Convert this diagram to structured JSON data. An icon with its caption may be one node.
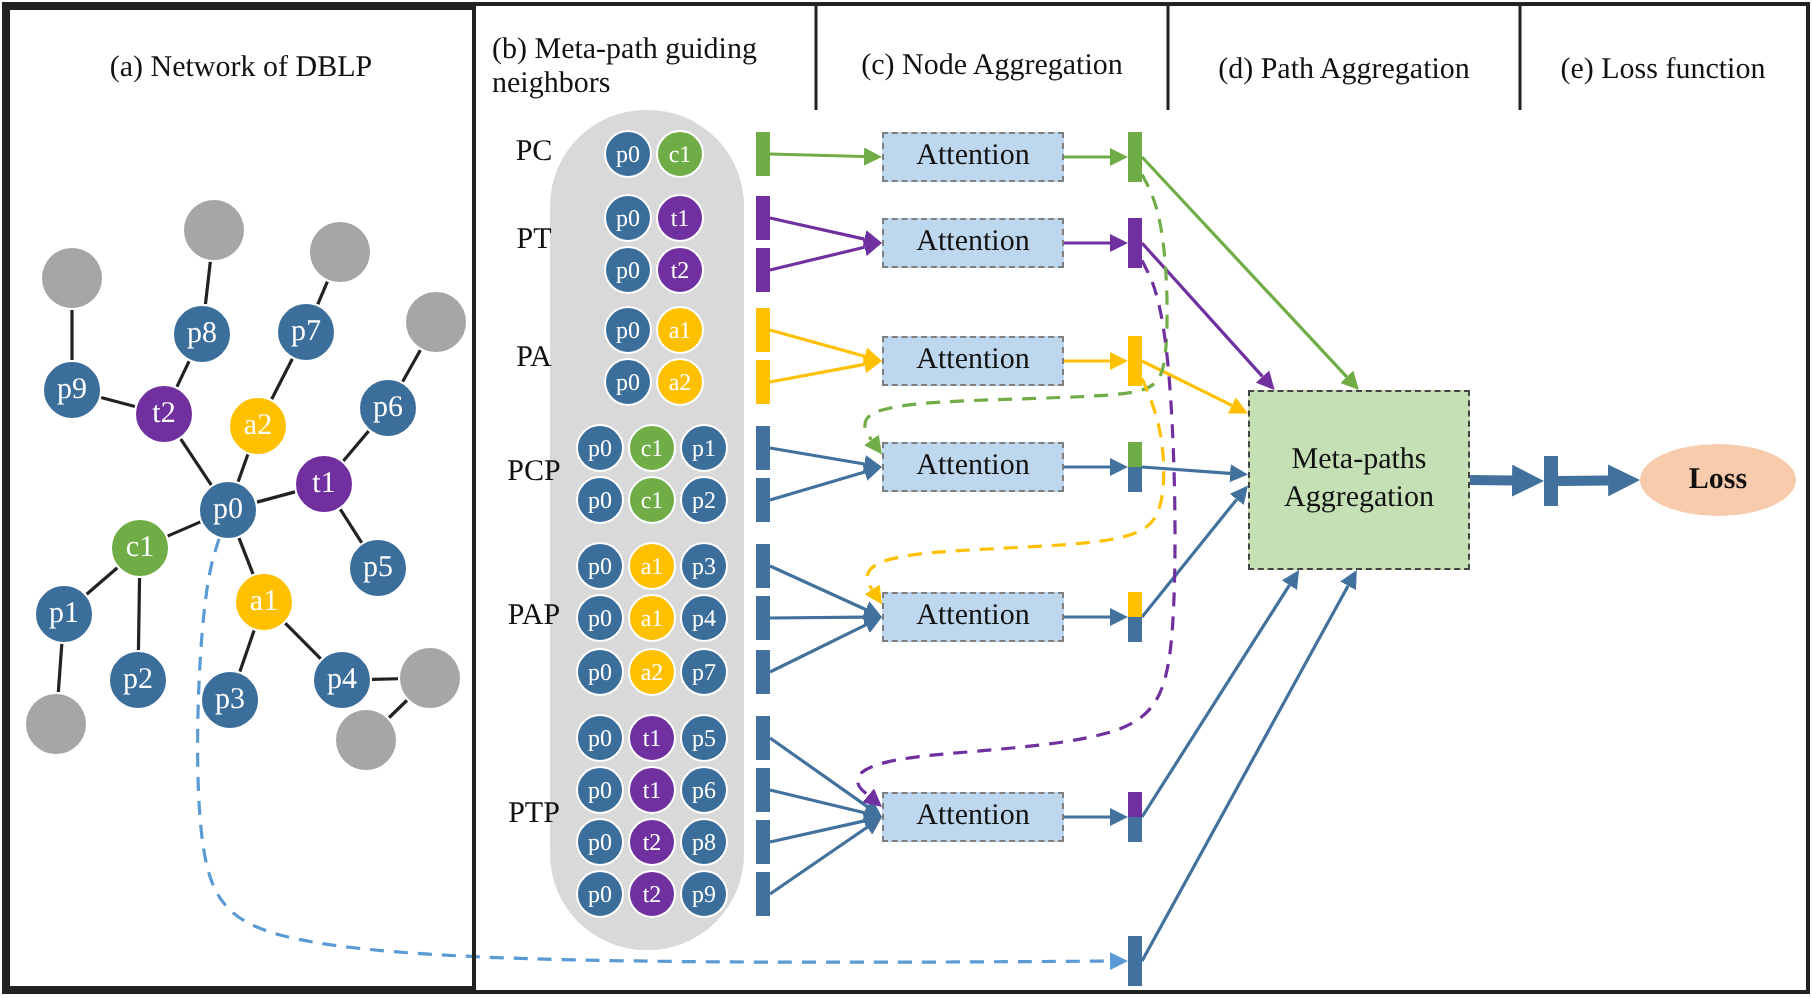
{
  "diagram": {
    "nodes": [
      {
        "text": [
          "(a) Network of DBLP"
        ]
      },
      {
        "text": [],
        "shape": "circle",
        "in": 0
      },
      {
        "text": [],
        "shape": "circle",
        "in": 0
      },
      {
        "text": [],
        "shape": "circle",
        "in": 0
      },
      {
        "text": [],
        "shape": "circle",
        "in": 0
      },
      {
        "text": [
          "p7"
        ],
        "in": 0
      },
      {
        "text": [
          "p8"
        ],
        "in": 0
      },
      {
        "text": [
          "p9"
        ],
        "in": 0
      },
      {
        "text": [
          "p6"
        ],
        "in": 0
      },
      {
        "text": [
          "t2"
        ],
        "in": 0
      },
      {
        "text": [
          "a2"
        ],
        "in": 0
      },
      {
        "text": [
          "t1"
        ],
        "in": 0
      },
      {
        "text": [
          "p0"
        ],
        "in": 0
      },
      {
        "text": [
          "c1"
        ],
        "in": 0
      },
      {
        "text": [
          "p5"
        ],
        "in": 0
      },
      {
        "text": [
          "a1"
        ],
        "in": 0
      },
      {
        "text": [
          "p1"
        ],
        "in": 0
      },
      {
        "text": [
          "p2"
        ],
        "in": 0
      },
      {
        "text": [
          "p4"
        ],
        "in": 0
      },
      {
        "text": [],
        "shape": "circle",
        "in": 0
      },
      {
        "text": [
          "p3"
        ],
        "in": 0
      },
      {
        "text": [],
        "shape": "circle",
        "in": 0
      },
      {
        "text": [],
        "shape": "circle",
        "in": 0
      },
      {
        "text": [],
        "shape": "box"
      },
      {
        "text": [
          "p0"
        ],
        "in": 23
      },
      {
        "text": [
          "c1"
        ],
        "in": 23
      },
      {
        "text": [
          "p0"
        ],
        "in": 23
      },
      {
        "text": [
          "t1"
        ],
        "in": 23
      },
      {
        "text": [
          "p0"
        ],
        "in": 23
      },
      {
        "text": [
          "t2"
        ],
        "in": 23
      },
      {
        "text": [
          "p0"
        ],
        "in": 23
      },
      {
        "text": [
          "a1"
        ],
        "in": 23
      },
      {
        "text": [
          "p0"
        ],
        "in": 23
      },
      {
        "text": [
          "a2"
        ],
        "in": 23
      },
      {
        "text": [
          "p0"
        ],
        "in": 23
      },
      {
        "text": [
          "c1"
        ],
        "in": 23
      },
      {
        "text": [
          "p1"
        ],
        "in": 23
      },
      {
        "text": [
          "p0"
        ],
        "in": 23
      },
      {
        "text": [
          "c1"
        ],
        "in": 23
      },
      {
        "text": [
          "p2"
        ],
        "in": 23
      },
      {
        "text": [
          "p0"
        ],
        "in": 23
      },
      {
        "text": [
          "a1"
        ],
        "in": 23
      },
      {
        "text": [
          "p3"
        ],
        "in": 23
      },
      {
        "text": [
          "p0"
        ],
        "in": 23
      },
      {
        "text": [
          "a1"
        ],
        "in": 23
      },
      {
        "text": [
          "p4"
        ],
        "in": 23
      },
      {
        "text": [
          "p0"
        ],
        "in": 23
      },
      {
        "text": [
          "a2"
        ],
        "in": 23
      },
      {
        "text": [
          "p7"
        ],
        "in": 23
      },
      {
        "text": [
          "p0"
        ],
        "in": 23
      },
      {
        "text": [
          "t1"
        ],
        "in": 23
      },
      {
        "text": [
          "p5"
        ],
        "in": 23
      },
      {
        "text": [
          "p0"
        ],
        "in": 23
      },
      {
        "text": [
          "t1"
        ],
        "in": 23
      },
      {
        "text": [
          "p6"
        ],
        "in": 23
      },
      {
        "text": [
          "p0"
        ],
        "in": 23
      },
      {
        "text": [
          "t2"
        ],
        "in": 23
      },
      {
        "text": [
          "p8"
        ],
        "in": 23
      },
      {
        "text": [
          "p0"
        ],
        "in": 23
      },
      {
        "text": [
          "t2"
        ],
        "in": 23
      },
      {
        "text": [
          "p9"
        ],
        "in": 23
      },
      {
        "text": [],
        "shape": "bar"
      },
      {
        "text": [],
        "shape": "bar"
      },
      {
        "text": [],
        "shape": "bar"
      },
      {
        "text": [],
        "shape": "bar"
      },
      {
        "text": [],
        "shape": "bar"
      },
      {
        "text": [],
        "shape": "bar"
      },
      {
        "text": [],
        "shape": "bar"
      },
      {
        "text": [],
        "shape": "bar"
      },
      {
        "text": [],
        "shape": "bar"
      },
      {
        "text": [],
        "shape": "bar"
      },
      {
        "text": [],
        "shape": "bar"
      },
      {
        "text": [],
        "shape": "bar"
      },
      {
        "text": [],
        "shape": "bar"
      },
      {
        "text": [],
        "shape": "bar"
      },
      {
        "text": [
          "Attention"
        ]
      },
      {
        "text": [
          "Attention"
        ]
      },
      {
        "text": [
          "Attention"
        ]
      },
      {
        "text": [
          "Attention"
        ]
      },
      {
        "text": [
          "Attention"
        ]
      },
      {
        "text": [
          "Attention"
        ]
      },
      {
        "text": [],
        "shape": "bar"
      },
      {
        "text": [],
        "shape": "bar"
      },
      {
        "text": [],
        "shape": "bar"
      },
      {
        "text": [],
        "shape": "bar"
      },
      {
        "text": [],
        "shape": "bar"
      },
      {
        "text": [],
        "shape": "bar"
      },
      {
        "text": [],
        "shape": "bar"
      },
      {
        "text": [
          "Meta-paths Aggregation"
        ]
      },
      {
        "text": [],
        "shape": "bar"
      },
      {
        "text": [
          "Loss"
        ]
      }
    ],
    "edges": [
      {
        "from": 3,
        "to": 7,
        "arrow": "none"
      },
      {
        "from": 7,
        "to": 9,
        "arrow": "none"
      },
      {
        "from": 6,
        "to": 9,
        "arrow": "none"
      },
      {
        "from": 1,
        "to": 6,
        "arrow": "none"
      },
      {
        "from": 2,
        "to": 5,
        "arrow": "none"
      },
      {
        "from": 5,
        "to": 10,
        "arrow": "none"
      },
      {
        "from": 10,
        "to": 12,
        "arrow": "none"
      },
      {
        "from": 9,
        "to": 12,
        "arrow": "none"
      },
      {
        "from": 12,
        "to": 11,
        "arrow": "none"
      },
      {
        "from": 11,
        "to": 8,
        "arrow": "none"
      },
      {
        "from": 8,
        "to": 4,
        "arrow": "none"
      },
      {
        "from": 11,
        "to": 14,
        "arrow": "none"
      },
      {
        "from": 12,
        "to": 13,
        "arrow": "none"
      },
      {
        "from": 13,
        "to": 16,
        "arrow": "none"
      },
      {
        "from": 13,
        "to": 17,
        "arrow": "none"
      },
      {
        "from": 16,
        "to": 21,
        "arrow": "none"
      },
      {
        "from": 12,
        "to": 15,
        "arrow": "none"
      },
      {
        "from": 15,
        "to": 20,
        "arrow": "none"
      },
      {
        "from": 15,
        "to": 18,
        "arrow": "none"
      },
      {
        "from": 18,
        "to": 19,
        "arrow": "none"
      },
      {
        "from": 19,
        "to": 22,
        "arrow": "none"
      },
      {
        "from": 61,
        "to": 75,
        "arrow": "to",
        "color": "#70ad47"
      },
      {
        "from": 62,
        "to": 76,
        "arrow": "to",
        "color": "#7030a0"
      },
      {
        "from": 63,
        "to": 76,
        "arrow": "to",
        "color": "#7030a0"
      },
      {
        "from": 64,
        "to": 77,
        "arrow": "to",
        "color": "#ffc000"
      },
      {
        "from": 65,
        "to": 77,
        "arrow": "to",
        "color": "#ffc000"
      },
      {
        "from": 66,
        "to": 78,
        "arrow": "to",
        "color": "#41719c"
      },
      {
        "from": 67,
        "to": 78,
        "arrow": "to",
        "color": "#41719c"
      },
      {
        "from": 68,
        "to": 79,
        "arrow": "to",
        "color": "#41719c"
      },
      {
        "from": 69,
        "to": 79,
        "arrow": "to",
        "color": "#41719c"
      },
      {
        "from": 70,
        "to": 79,
        "arrow": "to",
        "color": "#41719c"
      },
      {
        "from": 71,
        "to": 80,
        "arrow": "to",
        "color": "#41719c"
      },
      {
        "from": 72,
        "to": 80,
        "arrow": "to",
        "color": "#41719c"
      },
      {
        "from": 73,
        "to": 80,
        "arrow": "to",
        "color": "#41719c"
      },
      {
        "from": 74,
        "to": 80,
        "arrow": "to",
        "color": "#41719c"
      },
      {
        "from": 75,
        "to": 81,
        "arrow": "to",
        "color": "#70ad47"
      },
      {
        "from": 76,
        "to": 82,
        "arrow": "to",
        "color": "#7030a0"
      },
      {
        "from": 77,
        "to": 83,
        "arrow": "to",
        "color": "#ffc000"
      },
      {
        "from": 78,
        "to": 84,
        "arrow": "to",
        "color": "#41719c"
      },
      {
        "from": 79,
        "to": 85,
        "arrow": "to",
        "color": "#41719c"
      },
      {
        "from": 80,
        "to": 86,
        "arrow": "to",
        "color": "#41719c"
      },
      {
        "from": 81,
        "to": 88,
        "arrow": "to",
        "color": "#70ad47"
      },
      {
        "from": 82,
        "to": 88,
        "arrow": "to",
        "color": "#7030a0"
      },
      {
        "from": 83,
        "to": 88,
        "arrow": "to",
        "color": "#ffc000"
      },
      {
        "from": 84,
        "to": 88,
        "arrow": "to",
        "color": "#41719c"
      },
      {
        "from": 85,
        "to": 88,
        "arrow": "to",
        "color": "#41719c"
      },
      {
        "from": 86,
        "to": 88,
        "arrow": "to",
        "color": "#41719c"
      },
      {
        "from": 87,
        "to": 88,
        "arrow": "to",
        "color": "#41719c"
      },
      {
        "from": 81,
        "to": 78,
        "arrow": "to",
        "style": "dashed",
        "color": "#70ad47"
      },
      {
        "from": 83,
        "to": 79,
        "arrow": "to",
        "style": "dashed",
        "color": "#ffc000"
      },
      {
        "from": 82,
        "to": 80,
        "arrow": "to",
        "style": "dashed",
        "color": "#7030a0"
      },
      {
        "from": 12,
        "to": 87,
        "arrow": "to",
        "style": "dashed",
        "color": "#5b9bd5"
      },
      {
        "from": 88,
        "to": 89,
        "arrow": "to",
        "style": "thick",
        "color": "#41719c"
      },
      {
        "from": 89,
        "to": 90,
        "arrow": "to",
        "style": "thick",
        "color": "#41719c"
      }
    ],
    "labels": [
      "(b) Meta-path guiding neighbors",
      "(c) Node Aggregation",
      "(d) Path Aggregation",
      "(e) Loss function",
      "PC",
      "PT",
      "PA",
      "PCP",
      "PAP",
      "PTP"
    ]
  }
}
